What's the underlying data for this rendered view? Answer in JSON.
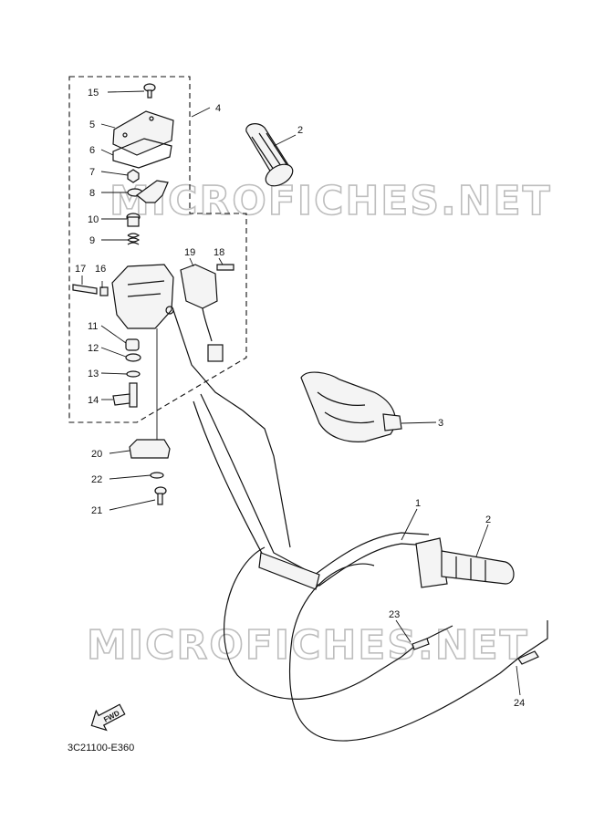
{
  "watermark": "MICROFICHES.NET",
  "diagram_code": "3C21100-E360",
  "fwd_label": "FWD",
  "callouts": {
    "c1": "1",
    "c2a": "2",
    "c2b": "2",
    "c3": "3",
    "c4": "4",
    "c5": "5",
    "c6": "6",
    "c7": "7",
    "c8": "8",
    "c9": "9",
    "c10": "10",
    "c11": "11",
    "c12": "12",
    "c13": "13",
    "c14": "14",
    "c15": "15",
    "c16": "16",
    "c17": "17",
    "c18": "18",
    "c19": "19",
    "c20": "20",
    "c21": "21",
    "c22": "22",
    "c23": "23",
    "c24": "24"
  }
}
